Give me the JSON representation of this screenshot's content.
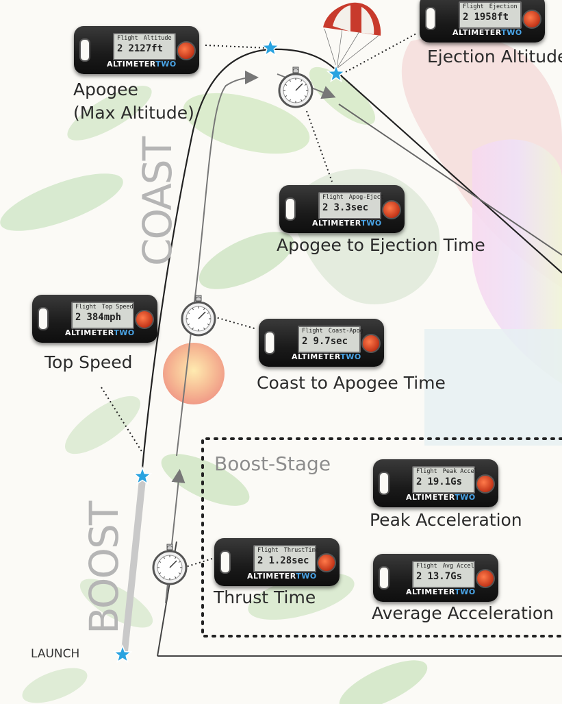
{
  "labels": {
    "apogee": "Apogee",
    "apogee_sub": "(Max Altitude)",
    "ejection_altitude": "Ejection Altitude",
    "apogee_to_ejection": "Apogee to Ejection Time",
    "top_speed": "Top Speed",
    "coast_to_apogee": "Coast to Apogee Time",
    "boost_stage": "Boost-Stage",
    "peak_acceleration": "Peak Acceleration",
    "thrust_time": "Thrust Time",
    "average_acceleration": "Average Acceleration",
    "coast": "COAST",
    "boost": "BOOST",
    "launch": "LAUNCH"
  },
  "brand": {
    "name": "ALTIMETER",
    "suffix": "TWO"
  },
  "devices": {
    "apogee": {
      "l1a": "Flight",
      "l1b": "Altitude",
      "l2a": "2",
      "l2b": "2127ft"
    },
    "ejection": {
      "l1a": "Flight",
      "l1b": "Ejection",
      "l2a": "2",
      "l2b": "1958ft"
    },
    "apogee_eject": {
      "l1a": "Flight",
      "l1b": "Apog-Eject",
      "l2a": "2",
      "l2b": "3.3sec"
    },
    "top_speed": {
      "l1a": "Flight",
      "l1b": "Top Speed",
      "l2a": "2",
      "l2b": "384mph"
    },
    "coast_apog": {
      "l1a": "Flight",
      "l1b": "Coast-Apog",
      "l2a": "2",
      "l2b": "9.7sec"
    },
    "peak_accel": {
      "l1a": "Flight",
      "l1b": "Peak Accel",
      "l2a": "2",
      "l2b": "19.1Gs"
    },
    "thrust_time": {
      "l1a": "Flight",
      "l1b": "ThrustTime",
      "l2a": "2",
      "l2b": "1.28sec"
    },
    "avg_accel": {
      "l1a": "Flight",
      "l1b": "Avg Accel",
      "l2a": "2",
      "l2b": "13.7Gs"
    }
  },
  "colors": {
    "star": "#29a3e0",
    "trajectory": "#222222",
    "timer_line": "#777777",
    "big_text": "#b5b5b5"
  }
}
